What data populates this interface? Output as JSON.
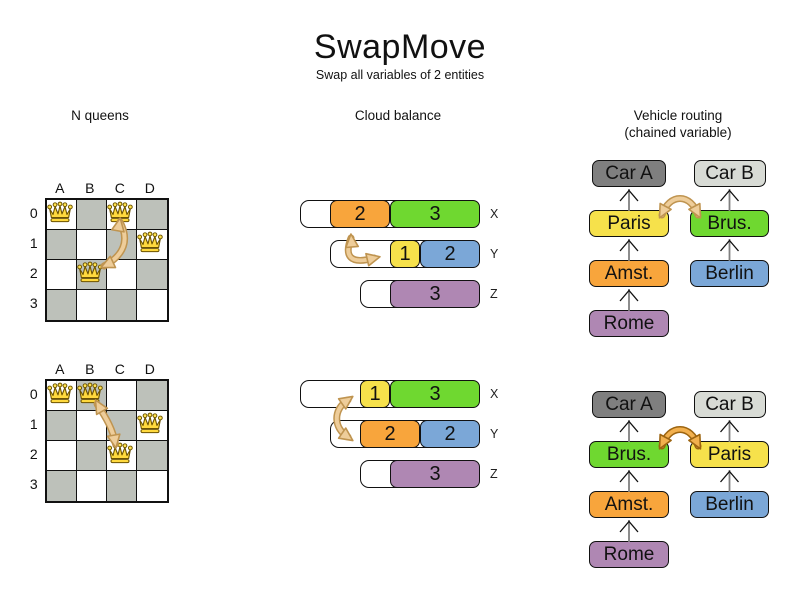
{
  "title": "SwapMove",
  "subtitle": "Swap all variables of 2 entities",
  "columns": [
    {
      "id": "nqueens",
      "label": "N queens"
    },
    {
      "id": "cloud",
      "label": "Cloud balance"
    },
    {
      "id": "vehicle",
      "label": "Vehicle routing",
      "sublabel": "(chained variable)"
    }
  ],
  "colors": {
    "board_dark": "#bdc1ba",
    "board_light": "#ffffff",
    "queen_gold": "#ffd93e",
    "queen_gold_light": "#ffe24f",
    "queen_outline": "#6b5200",
    "orange": "#f8a53c",
    "green": "#6fd830",
    "yellow": "#f6e14b",
    "blue": "#7ba7d7",
    "purple": "#af87b3",
    "car_a_gray": "#7f7f7f",
    "car_b_gray": "#d8dbd5",
    "arrow_tan_fill": "#eecd9a",
    "arrow_tan_stroke": "#bf9450",
    "arrow_orange_fill": "#f2b04e",
    "arrow_orange_stroke": "#9c6410",
    "connector_gray": "#7f7f7f"
  },
  "nqueens": {
    "col_labels": [
      "A",
      "B",
      "C",
      "D"
    ],
    "row_labels": [
      "0",
      "1",
      "2",
      "3"
    ],
    "states": [
      {
        "queens": [
          "A0",
          "C0",
          "D1",
          "B2"
        ],
        "swap": [
          "C0",
          "B2"
        ]
      },
      {
        "queens": [
          "A0",
          "B0",
          "D1",
          "C2"
        ],
        "swap": [
          "B0",
          "C2"
        ]
      }
    ]
  },
  "cloud": {
    "unit": 30,
    "states": [
      {
        "processes": [
          {
            "label": "X",
            "capacity": 6,
            "blocks": [
              {
                "value": "2",
                "color": "orange"
              },
              {
                "value": "3",
                "color": "green"
              }
            ]
          },
          {
            "label": "Y",
            "capacity": 5,
            "blocks": [
              {
                "value": "1",
                "color": "yellow"
              },
              {
                "value": "2",
                "color": "blue"
              }
            ]
          },
          {
            "label": "Z",
            "capacity": 4,
            "blocks": [
              {
                "value": "3",
                "color": "purple"
              }
            ]
          }
        ],
        "swap": [
          "X:2",
          "Y:1"
        ]
      },
      {
        "processes": [
          {
            "label": "X",
            "capacity": 6,
            "blocks": [
              {
                "value": "1",
                "color": "yellow"
              },
              {
                "value": "3",
                "color": "green"
              }
            ]
          },
          {
            "label": "Y",
            "capacity": 5,
            "blocks": [
              {
                "value": "2",
                "color": "orange"
              },
              {
                "value": "2",
                "color": "blue"
              }
            ]
          },
          {
            "label": "Z",
            "capacity": 4,
            "blocks": [
              {
                "value": "3",
                "color": "purple"
              }
            ]
          }
        ],
        "swap": [
          "X:1",
          "Y:2"
        ]
      }
    ]
  },
  "vehicle": {
    "states": [
      {
        "chains": [
          {
            "car": {
              "label": "Car A",
              "color": "car_a_gray"
            },
            "stops": [
              {
                "label": "Paris",
                "color": "yellow"
              },
              {
                "label": "Amst.",
                "color": "orange"
              },
              {
                "label": "Rome",
                "color": "purple"
              }
            ]
          },
          {
            "car": {
              "label": "Car B",
              "color": "car_b_gray"
            },
            "stops": [
              {
                "label": "Brus.",
                "color": "green"
              },
              {
                "label": "Berlin",
                "color": "blue"
              }
            ]
          }
        ],
        "swap": [
          "Paris",
          "Brus."
        ]
      },
      {
        "chains": [
          {
            "car": {
              "label": "Car A",
              "color": "car_a_gray"
            },
            "stops": [
              {
                "label": "Brus.",
                "color": "green"
              },
              {
                "label": "Amst.",
                "color": "orange"
              },
              {
                "label": "Rome",
                "color": "purple"
              }
            ]
          },
          {
            "car": {
              "label": "Car B",
              "color": "car_b_gray"
            },
            "stops": [
              {
                "label": "Paris",
                "color": "yellow"
              },
              {
                "label": "Berlin",
                "color": "blue"
              }
            ]
          }
        ],
        "swap": [
          "Brus.",
          "Paris"
        ]
      }
    ]
  }
}
